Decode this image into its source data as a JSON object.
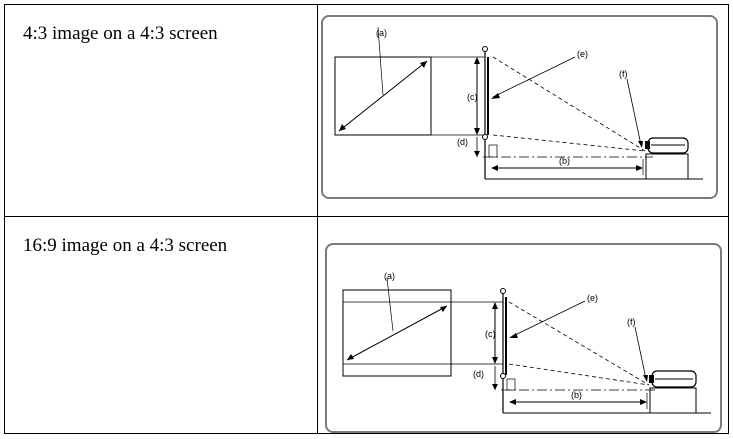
{
  "rows": [
    {
      "caption": "4:3 image on a 4:3 screen",
      "labels": {
        "a": "(a)",
        "b": "(b)",
        "c": "(c)",
        "d": "(d)",
        "e": "(e)",
        "f": "(f)"
      }
    },
    {
      "caption": "16:9 image on a 4:3 screen",
      "labels": {
        "a": "(a)",
        "b": "(b)",
        "c": "(c)",
        "d": "(d)",
        "e": "(e)",
        "f": "(f)"
      }
    }
  ]
}
